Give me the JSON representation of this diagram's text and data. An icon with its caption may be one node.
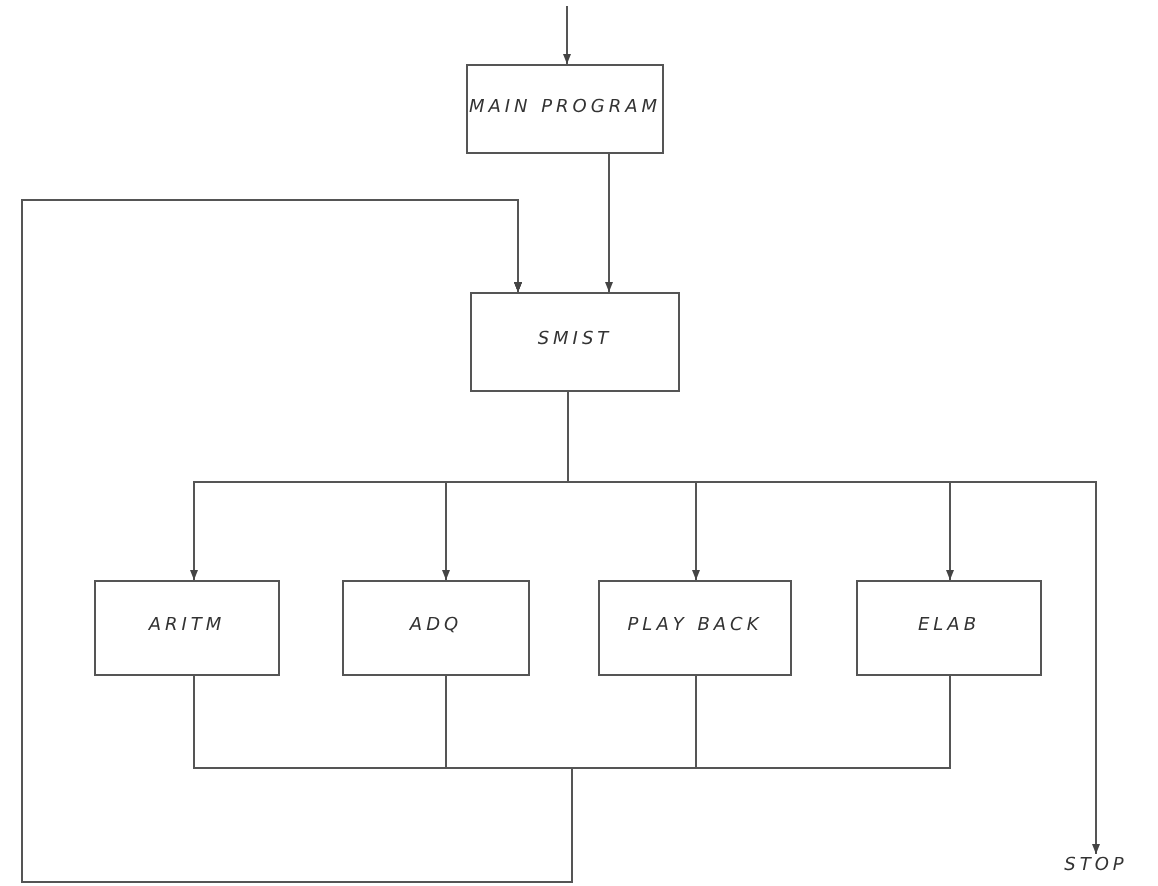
{
  "diagram": {
    "nodes": [
      {
        "text": [
          "MAIN PROGRAM"
        ]
      },
      {
        "text": [
          "SMIST"
        ]
      },
      {
        "text": [
          "ARITM"
        ]
      },
      {
        "text": [
          "ADQ"
        ]
      },
      {
        "text": [
          "PLAY BACK"
        ]
      },
      {
        "text": [
          "ELAB"
        ]
      },
      {
        "text": [
          "STOP"
        ]
      }
    ],
    "edges": [
      {
        "from": null,
        "to": 0,
        "arrow": "to"
      },
      {
        "from": 0,
        "to": 1,
        "arrow": "to"
      },
      {
        "from": 1,
        "to": 2,
        "arrow": "to"
      },
      {
        "from": 1,
        "to": 3,
        "arrow": "to"
      },
      {
        "from": 1,
        "to": 4,
        "arrow": "to"
      },
      {
        "from": 1,
        "to": 5,
        "arrow": "to"
      },
      {
        "from": 1,
        "to": 6,
        "arrow": "to"
      },
      {
        "from": 2,
        "to": 1,
        "arrow": "to"
      },
      {
        "from": 3,
        "to": 1,
        "arrow": "to"
      },
      {
        "from": 4,
        "to": 1,
        "arrow": "to"
      },
      {
        "from": 5,
        "to": 1,
        "arrow": "to"
      }
    ]
  }
}
